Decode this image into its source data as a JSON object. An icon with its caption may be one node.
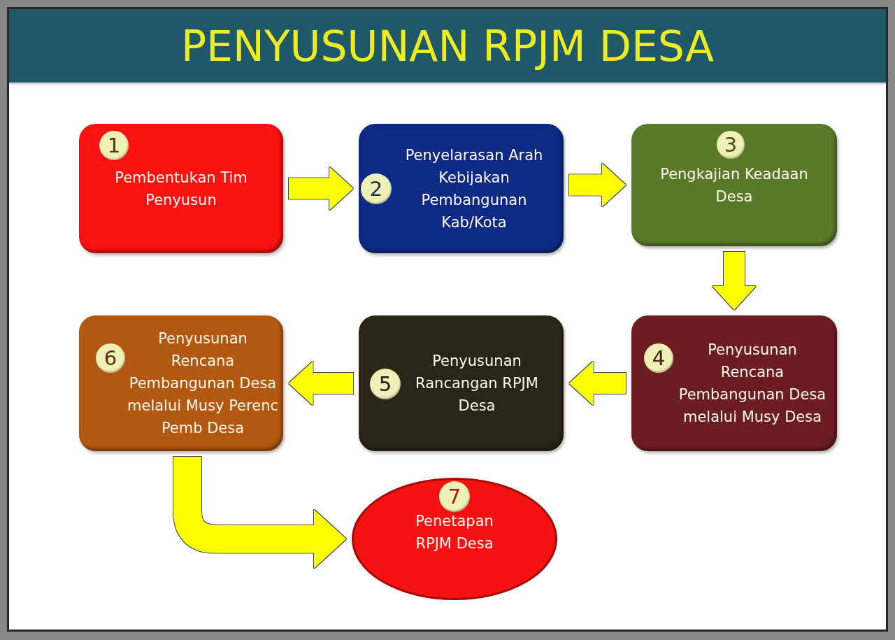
{
  "diagram": {
    "title": "PENYUSUNAN RPJM DESA",
    "nodes": [
      {
        "text": [
          "1",
          "Pembentukan Tim Penyusun"
        ]
      },
      {
        "text": [
          "2",
          "Penyelarasan Arah Kebijakan Pembangunan Kab/Kota"
        ]
      },
      {
        "text": [
          "3",
          "Pengkajian Keadaan Desa"
        ]
      },
      {
        "text": [
          "4",
          "Penyusunan Rencana Pembangunan Desa melalui Musy Desa"
        ]
      },
      {
        "text": [
          "5",
          "Penyusunan Rancangan RPJM Desa"
        ]
      },
      {
        "text": [
          "6",
          "Penyusunan Rencana Pembangunan Desa melalui Musy Perenc Pemb Desa"
        ]
      },
      {
        "text": [
          "7",
          "Penetapan RPJM Desa"
        ]
      }
    ],
    "edges": [
      {
        "from": 0,
        "to": 1,
        "arrow": "to"
      },
      {
        "from": 1,
        "to": 2,
        "arrow": "to"
      },
      {
        "from": 2,
        "to": 3,
        "arrow": "to"
      },
      {
        "from": 3,
        "to": 4,
        "arrow": "to"
      },
      {
        "from": 4,
        "to": 5,
        "arrow": "to"
      },
      {
        "from": 5,
        "to": 6,
        "arrow": "to"
      }
    ]
  }
}
